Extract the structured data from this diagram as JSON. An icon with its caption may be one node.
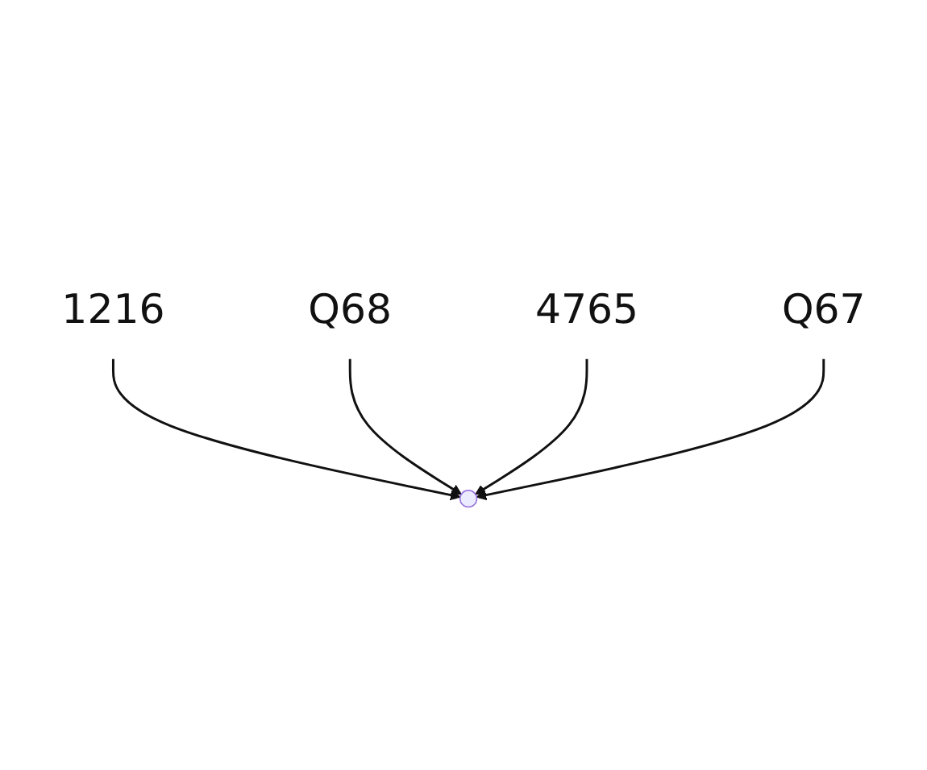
{
  "diagram": {
    "nodes": [
      {
        "text": [
          "1216"
        ]
      },
      {
        "text": [
          "Q68"
        ]
      },
      {
        "text": [
          "4765"
        ]
      },
      {
        "text": [
          "Q67"
        ]
      },
      {
        "text": [],
        "shape": "circle"
      }
    ],
    "edges": [
      {
        "from": 0,
        "to": 4,
        "arrow": "to"
      },
      {
        "from": 1,
        "to": 4,
        "arrow": "to"
      },
      {
        "from": 2,
        "to": 4,
        "arrow": "to"
      },
      {
        "from": 3,
        "to": 4,
        "arrow": "to"
      }
    ]
  }
}
